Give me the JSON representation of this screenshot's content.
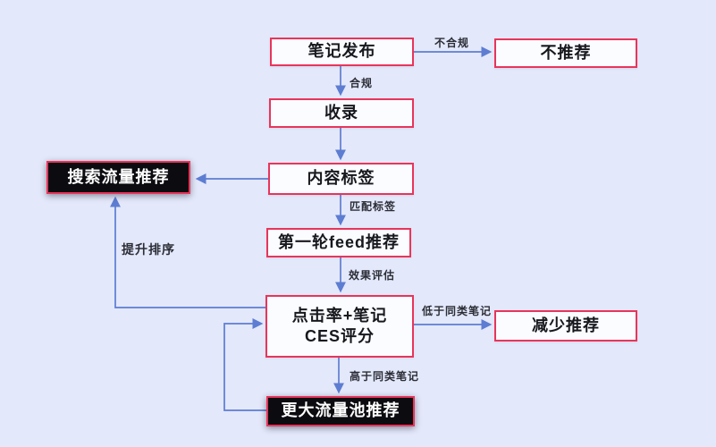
{
  "theme": {
    "background": "#e3e8fa",
    "box_border_red": "#e8355b",
    "box_fill": "#fbfcff",
    "solid_box_fill": "#0b0b10",
    "solid_box_text": "#ffffff",
    "line_blue": "#5d7dd2",
    "label_text": "#2b2d36",
    "node_text": "#17181d"
  },
  "nodes": {
    "note_publish": {
      "label": "笔记发布"
    },
    "not_recommend": {
      "label": "不推荐"
    },
    "indexed": {
      "label": "收录"
    },
    "content_tags": {
      "label": "内容标签"
    },
    "search_traffic": {
      "label": "搜索流量推荐"
    },
    "first_feed": {
      "label": "第一轮feed推荐"
    },
    "ctr_ces": {
      "label": "点击率+笔记CES评分"
    },
    "reduce_recommend": {
      "label": "减少推荐"
    },
    "bigger_pool": {
      "label": "更大流量池推荐"
    }
  },
  "edge_labels": {
    "non_compliant": "不合规",
    "compliant": "合规",
    "match_tags": "匹配标签",
    "effect_eval": "效果评估",
    "below_peers": "低于同类笔记",
    "above_peers": "高于同类笔记",
    "boost_ranking": "提升排序"
  }
}
